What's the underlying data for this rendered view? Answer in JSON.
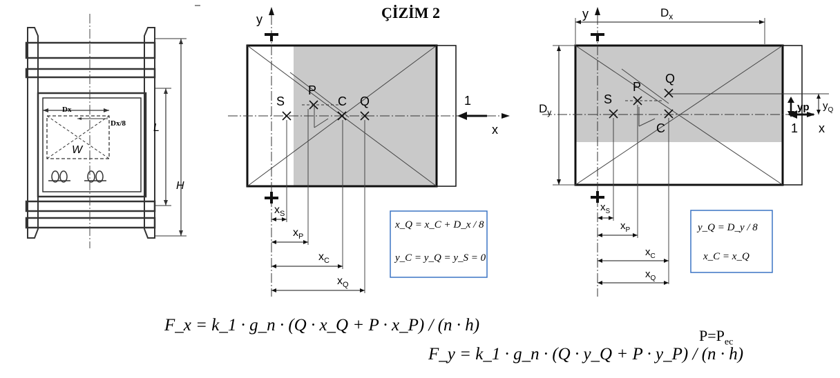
{
  "title": "ÇİZİM 2",
  "left_figure": {
    "dx_label": "Dx",
    "dx8_label": "Dx/8",
    "w_label": "W",
    "l_label": "L",
    "h_label": "H"
  },
  "middle_figure": {
    "axis_y": "y",
    "axis_x": "x",
    "point_s": "S",
    "point_p": "P",
    "point_c": "C",
    "point_q": "Q",
    "arrow_label": "1",
    "dim_xs": "x",
    "dim_xs_sub": "S",
    "dim_xp": "x",
    "dim_xp_sub": "P",
    "dim_xc": "x",
    "dim_xc_sub": "C",
    "dim_xq": "x",
    "dim_xq_sub": "Q",
    "formula_box": {
      "line1": "x_Q = x_C + D_x / 8",
      "line2": "y_C = y_Q = y_S = 0"
    }
  },
  "right_figure": {
    "axis_y": "y",
    "axis_x": "x",
    "dx_label": "D",
    "dx_sub": "x",
    "dy_label": "D",
    "dy_sub": "y",
    "point_s": "S",
    "point_p": "P",
    "point_c": "C",
    "point_q": "Q",
    "arrow_label": "1",
    "yp_label": "yp",
    "yq_label": "y",
    "yq_sub": "Q",
    "dim_xs": "x",
    "dim_xs_sub": "S",
    "dim_xp": "x",
    "dim_xp_sub": "P",
    "dim_xc": "x",
    "dim_xc_sub": "C",
    "dim_xq": "x",
    "dim_xq_sub": "Q",
    "formula_box": {
      "line1": "y_Q = D_y / 8",
      "line2": "x_C = x_Q"
    }
  },
  "formulas": {
    "fx": "F_x = k_1 · g_n · (Q · x_Q + P · x_P) / (n · h)",
    "fy": "F_y = k_1 · g_n · (Q · y_Q + P · y_P) / (n · h)",
    "p_eq": "P=P",
    "p_eq_sub": "ec"
  }
}
